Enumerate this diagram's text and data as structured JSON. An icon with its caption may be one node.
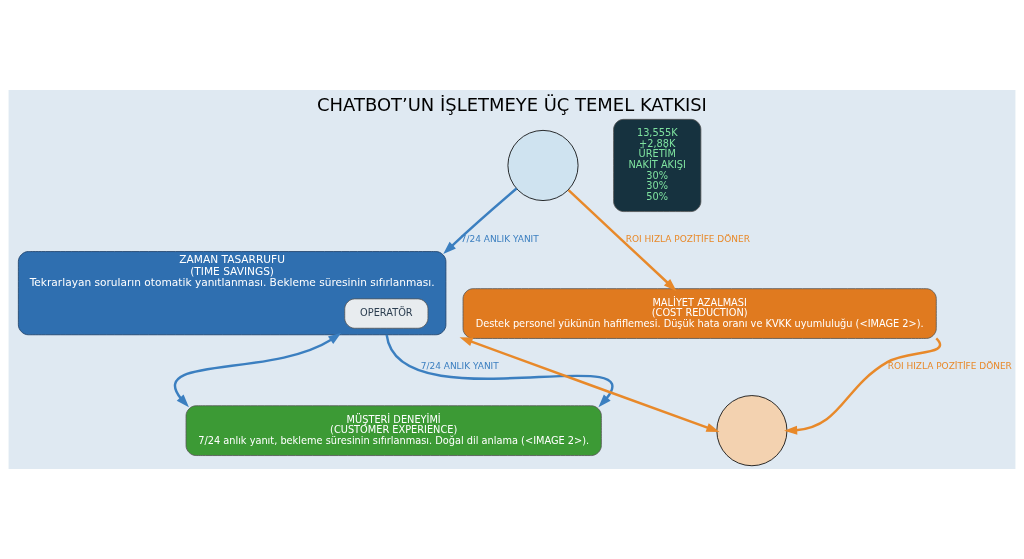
{
  "diagram": {
    "title": "CHATBOT’UN İŞLETMEYE ÜÇ TEMEL KATKISI",
    "nodes": [
      {
        "text": [
          "ZAMAN TASARRUFU",
          "(TIME SAVINGS)",
          "Tekrarlayan soruların otomatik yanıtlanması. Bekleme süresinin sıfırlanması."
        ]
      },
      {
        "text": [
          "OPERATÖR"
        ],
        "in": 0
      },
      {
        "text": [],
        "shape": "circle"
      },
      {
        "text": [
          "13,555K",
          "+2,88K",
          "ÜRETİM",
          "NAKİT AKIŞI",
          "30%",
          "30%",
          "50%"
        ]
      },
      {
        "text": [
          "MALİYET AZALMASI",
          "(COST REDUCTION)",
          "Destek personel yükünün hafiflemesi. Düşük hata oranı ve KVKK uyumluluğu (<IMAGE 2>)."
        ]
      },
      {
        "text": [
          "MÜŞTERİ DENEYİMİ",
          "(CUSTOMER EXPERIENCE)",
          "7/24 anlık yanıt, bekleme süresinin sıfırlanması. Doğal dil anlama (<IMAGE 2>)."
        ]
      },
      {
        "text": [],
        "shape": "circle"
      }
    ],
    "edges": [
      {
        "from": 2,
        "to": 0,
        "arrow": "to",
        "label": "7/24 ANLIK YANIT",
        "color": "#3b7fc0"
      },
      {
        "from": 2,
        "to": 4,
        "arrow": "to",
        "label": "ROI HIZLA POZİTİFE DÖNER",
        "color": "#e8892a"
      },
      {
        "from": 0,
        "to": 5,
        "arrow": "both",
        "color": "#3b7fc0"
      },
      {
        "from": 0,
        "to": 5,
        "arrow": "to",
        "label": "7/24 ANLIK YANIT",
        "color": "#3b7fc0"
      },
      {
        "from": 4,
        "to": 6,
        "arrow": "both",
        "color": "#e8892a"
      },
      {
        "from": 4,
        "to": 6,
        "arrow": "to",
        "label": "ROI HIZLA POZİTİFE DÖNER",
        "color": "#e8892a"
      }
    ]
  }
}
